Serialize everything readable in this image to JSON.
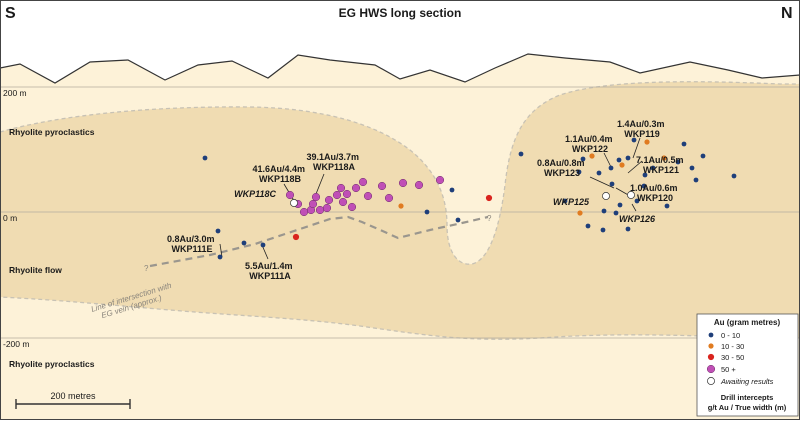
{
  "title": "EG HWS long section",
  "directions": {
    "left": "S",
    "right": "N"
  },
  "elevations": {
    "top": "200 m",
    "zero": "0 m",
    "bottom": "-200 m"
  },
  "units": [
    {
      "id": "rp-top",
      "label": "Rhyolite pyroclastics"
    },
    {
      "id": "rf",
      "label": "Rhyolite flow"
    },
    {
      "id": "rp-bottom",
      "label": "Rhyolite pyroclastics"
    }
  ],
  "vein_line_label": {
    "line1": "Line of intersection with",
    "line2": "EG vein (approx.)"
  },
  "scale_bar": {
    "label": "200 metres"
  },
  "colors": {
    "sky": "#ffffff",
    "pyroclastics": "#fdf2d8",
    "flow": "#f0dcb2",
    "flow_edge": "#c8c2b4",
    "bin_0_10": "#1f3f7a",
    "bin_10_30": "#e07b20",
    "bin_30_50": "#d9241e",
    "bin_50_plus": "#c04fb6",
    "awaiting": "#ffffff"
  },
  "legend": {
    "title": "Au (gram metres)",
    "items": [
      {
        "label": "0 - 10",
        "color": "#1f3f7a"
      },
      {
        "label": "10 - 30",
        "color": "#e07b20"
      },
      {
        "label": "30 - 50",
        "color": "#d9241e"
      },
      {
        "label": "50 +",
        "color": "#c04fb6"
      },
      {
        "label": "Awaiting results",
        "color": "#ffffff"
      }
    ],
    "footer_line1": "Drill intercepts",
    "footer_line2": "g/t Au / True width (m)"
  },
  "annotations": [
    {
      "id": "wkp118c",
      "lines": [
        "WKP118C"
      ],
      "italic": true
    },
    {
      "id": "wkp118b",
      "lines": [
        "41.6Au/4.4m",
        "WKP118B"
      ],
      "italic": false
    },
    {
      "id": "wkp118a",
      "lines": [
        "39.1Au/3.7m",
        "WKP118A"
      ],
      "italic": false
    },
    {
      "id": "wkp111e",
      "lines": [
        "0.8Au/3.0m",
        "WKP111E"
      ],
      "italic": false
    },
    {
      "id": "wkp111a",
      "lines": [
        "5.5Au/1.4m",
        "WKP111A"
      ],
      "italic": false
    },
    {
      "id": "wkp119",
      "lines": [
        "1.4Au/0.3m",
        "WKP119"
      ],
      "italic": false
    },
    {
      "id": "wkp122",
      "lines": [
        "1.1Au/0.4m",
        "WKP122"
      ],
      "italic": false
    },
    {
      "id": "wkp123",
      "lines": [
        "0.8Au/0.8m",
        "WKP123"
      ],
      "italic": false
    },
    {
      "id": "wkp121",
      "lines": [
        "7.1Au/0.5m",
        "WKP121"
      ],
      "italic": false
    },
    {
      "id": "wkp120",
      "lines": [
        "1.0Au/0.6m",
        "WKP120"
      ],
      "italic": false
    },
    {
      "id": "wkp125",
      "lines": [
        "WKP125"
      ],
      "italic": true
    },
    {
      "id": "wkp126",
      "lines": [
        "WKP126"
      ],
      "italic": true
    }
  ],
  "intercepts": [
    {
      "bin": "0-10"
    },
    {
      "bin": "0-10"
    },
    {
      "bin": "0-10"
    },
    {
      "bin": "0-10"
    },
    {
      "bin": "0-10"
    },
    {
      "bin": "50+"
    },
    {
      "bin": "50+"
    },
    {
      "bin": "50+"
    },
    {
      "bin": "50+"
    },
    {
      "bin": "50+"
    },
    {
      "bin": "50+"
    },
    {
      "bin": "50+"
    },
    {
      "bin": "50+"
    },
    {
      "bin": "50+"
    },
    {
      "bin": "50+"
    },
    {
      "bin": "50+"
    },
    {
      "bin": "50+"
    },
    {
      "bin": "50+"
    },
    {
      "bin": "50+"
    },
    {
      "bin": "50+"
    },
    {
      "bin": "50+"
    },
    {
      "bin": "50+"
    },
    {
      "bin": "50+"
    },
    {
      "bin": "50+"
    },
    {
      "bin": "50+"
    },
    {
      "bin": "50+"
    },
    {
      "bin": "50+"
    },
    {
      "bin": "awaiting"
    },
    {
      "bin": "10-30"
    },
    {
      "bin": "0-10"
    },
    {
      "bin": "0-10"
    },
    {
      "bin": "0-10"
    },
    {
      "bin": "30-50"
    },
    {
      "bin": "30-50"
    },
    {
      "bin": "0-10"
    },
    {
      "bin": "0-10"
    },
    {
      "bin": "10-30"
    },
    {
      "bin": "0-10"
    },
    {
      "bin": "0-10"
    },
    {
      "bin": "0-10"
    },
    {
      "bin": "0-10"
    },
    {
      "bin": "10-30"
    },
    {
      "bin": "0-10"
    },
    {
      "bin": "0-10"
    },
    {
      "bin": "0-10"
    },
    {
      "bin": "10-30"
    },
    {
      "bin": "0-10"
    },
    {
      "bin": "10-30"
    },
    {
      "bin": "0-10"
    },
    {
      "bin": "0-10"
    },
    {
      "bin": "0-10"
    },
    {
      "bin": "0-10"
    },
    {
      "bin": "0-10"
    },
    {
      "bin": "0-10"
    },
    {
      "bin": "0-10"
    },
    {
      "bin": "0-10"
    },
    {
      "bin": "awaiting"
    },
    {
      "bin": "awaiting"
    },
    {
      "bin": "0-10"
    },
    {
      "bin": "0-10"
    },
    {
      "bin": "0-10"
    },
    {
      "bin": "0-10"
    },
    {
      "bin": "10-30"
    },
    {
      "bin": "0-10"
    },
    {
      "bin": "0-10"
    },
    {
      "bin": "0-10"
    },
    {
      "bin": "0-10"
    },
    {
      "bin": "0-10"
    }
  ]
}
